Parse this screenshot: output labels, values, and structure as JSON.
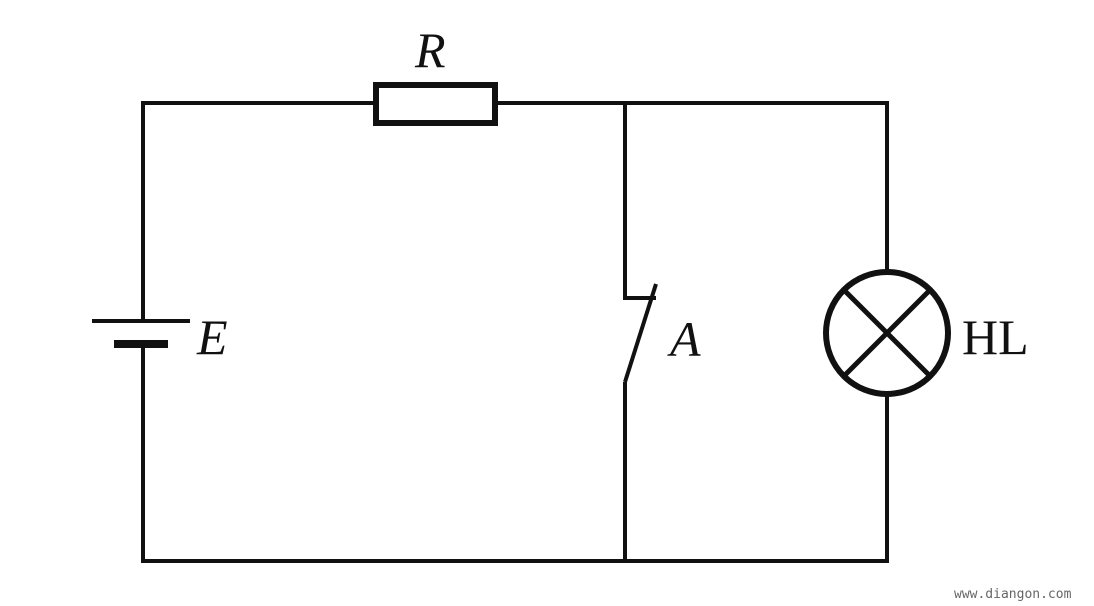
{
  "diagram": {
    "labels": {
      "resistor": "R",
      "battery": "E",
      "switch": "A",
      "lamp": "HL"
    },
    "watermark": "www.diangon.com",
    "colors": {
      "line": "#111111",
      "background": "#ffffff",
      "watermark": "#666666"
    }
  }
}
